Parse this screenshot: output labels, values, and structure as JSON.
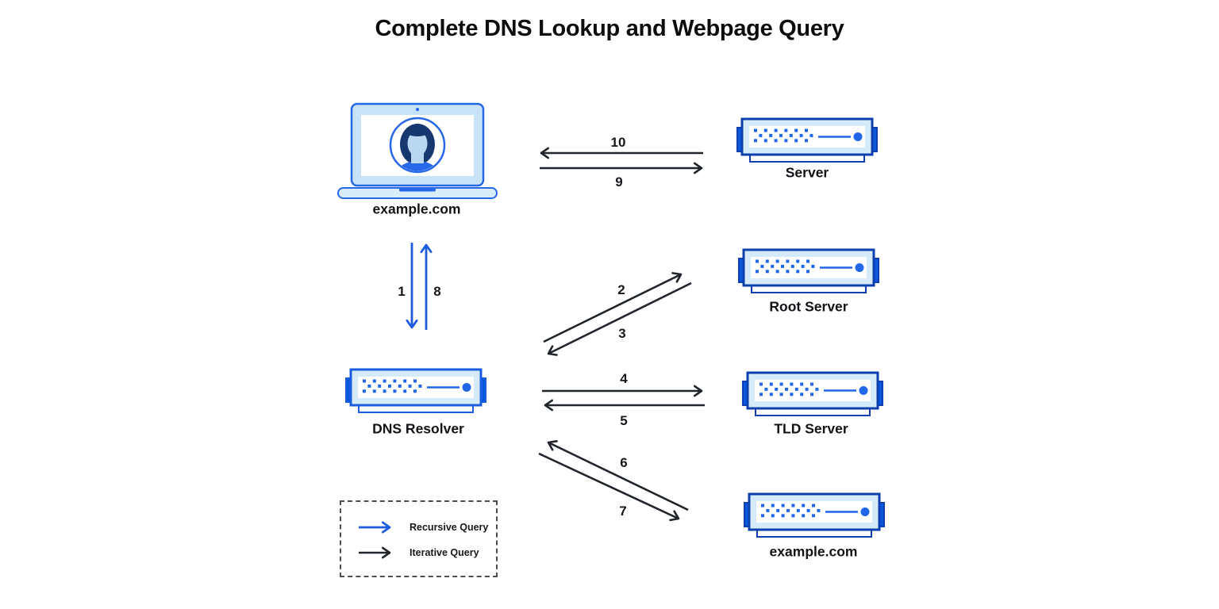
{
  "title": "Complete DNS Lookup and Webpage Query",
  "nodes": {
    "client": {
      "label": "example.com",
      "type": "laptop"
    },
    "server": {
      "label": "Server",
      "type": "server"
    },
    "root": {
      "label": "Root Server",
      "type": "server"
    },
    "resolver": {
      "label": "DNS Resolver",
      "type": "server"
    },
    "tld": {
      "label": "TLD Server",
      "type": "server"
    },
    "origin": {
      "label": "example.com",
      "type": "server"
    }
  },
  "steps": {
    "1": "1",
    "2": "2",
    "3": "3",
    "4": "4",
    "5": "5",
    "6": "6",
    "7": "7",
    "8": "8",
    "9": "9",
    "10": "10"
  },
  "legend": {
    "recursive": "Recursive Query",
    "iterative": "Iterative Query"
  },
  "colors": {
    "blue": "#1b5ce0",
    "dark": "#20242b",
    "navy_border": "#0d3fae",
    "resolver_border": "#1b5ce0",
    "ear_blue": "#0b58dd",
    "dot_blue": "#2166e8",
    "light_fill": "#d6ebf9",
    "laptop_stroke": "#2668e8",
    "laptop_bezel": "#c7e3f7",
    "laptop_base": "#d9ecfa",
    "hair": "#17386f",
    "skin": "#b9d7f0"
  }
}
